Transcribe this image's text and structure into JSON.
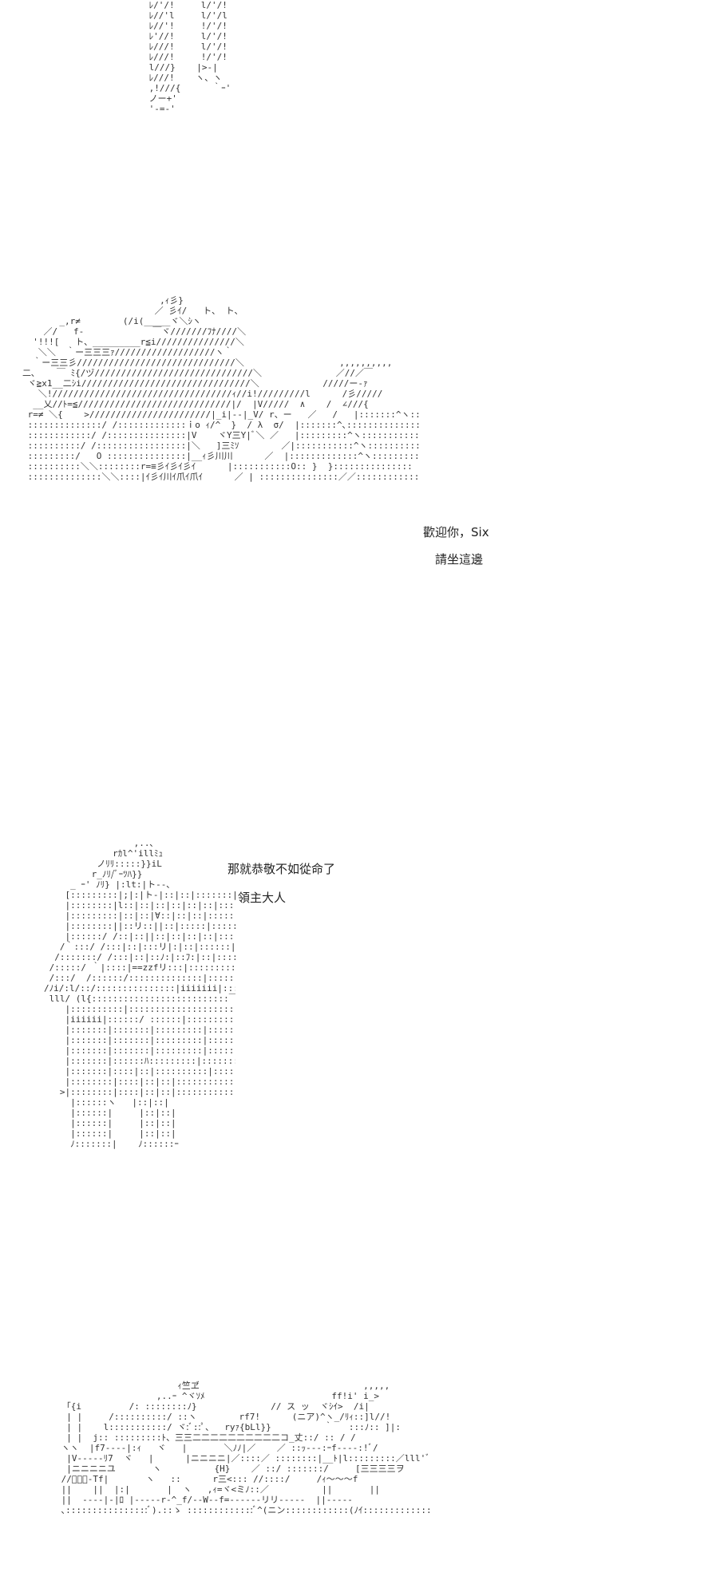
{
  "scenes": [
    {
      "id": "legs",
      "dialogue": []
    },
    {
      "id": "dragon",
      "dialogue": [
        "歡迎你，Six",
        "請坐這邊"
      ]
    },
    {
      "id": "knight",
      "dialogue": [
        "那就恭敬不如從命了",
        "領主大人"
      ]
    },
    {
      "id": "table",
      "dialogue": []
    }
  ],
  "colors": {
    "background": "#ffffff",
    "text": "#222222",
    "art": "#333333"
  }
}
